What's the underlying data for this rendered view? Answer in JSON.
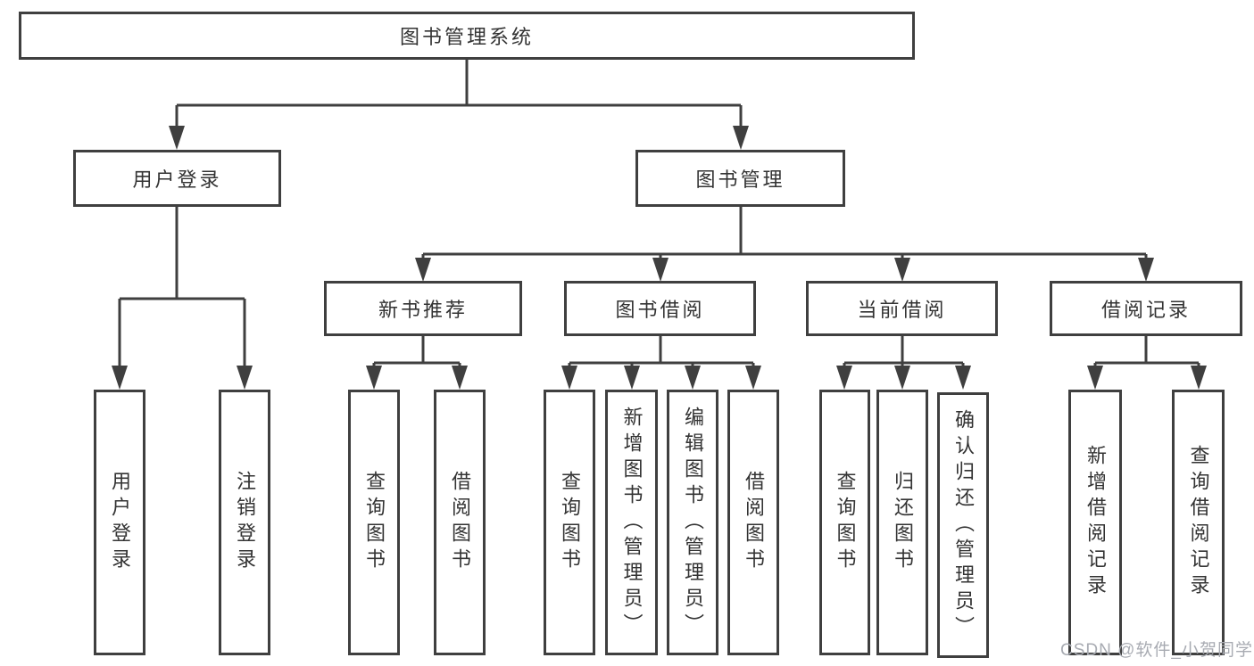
{
  "colors": {
    "line": "#3f3f3f",
    "text": "#333333",
    "box_bg": "#ffffff",
    "watermark": "#a8abb2"
  },
  "watermark": "CSDN @软件_小贺同学",
  "tree": {
    "root": "图书管理系统",
    "children": [
      {
        "label": "用户登录",
        "children": [
          "用户登录",
          "注销登录"
        ]
      },
      {
        "label": "图书管理",
        "children": [
          {
            "label": "新书推荐",
            "children": [
              "查询图书",
              "借阅图书"
            ]
          },
          {
            "label": "图书借阅",
            "children": [
              "查询图书",
              "新增图书（管理员）",
              "编辑图书（管理员）",
              "借阅图书"
            ]
          },
          {
            "label": "当前借阅",
            "children": [
              "查询图书",
              "归还图书",
              "确认归还（管理员）"
            ]
          },
          {
            "label": "借阅记录",
            "children": [
              "新增借阅记录",
              "查询借阅记录"
            ]
          }
        ]
      }
    ]
  }
}
